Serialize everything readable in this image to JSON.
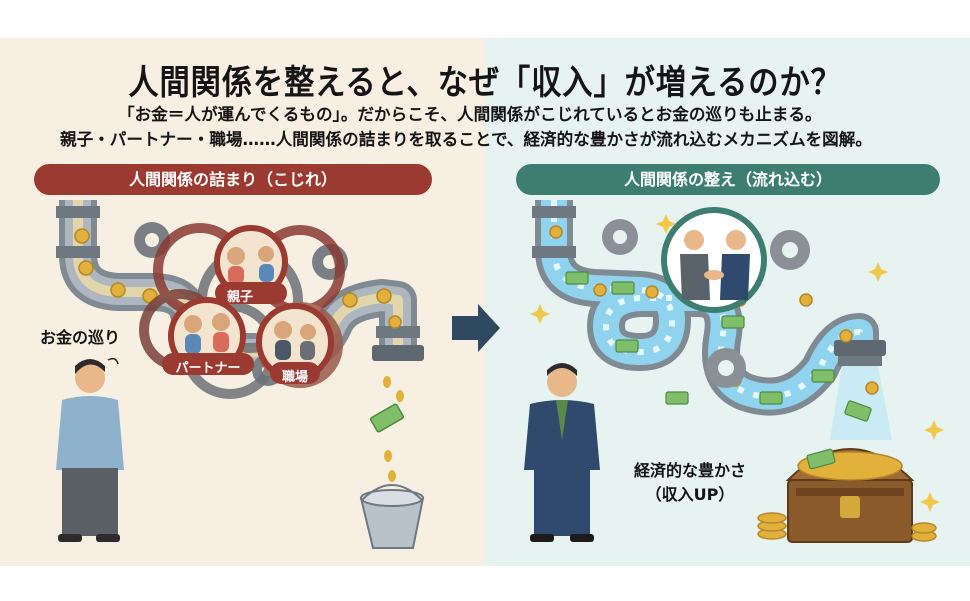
{
  "title": "人間関係を整えると、なぜ「収入」が増えるのか？",
  "subtitle": [
    "「お金＝人が運んでくるもの」。だからこそ、人間関係がこじれているとお金の巡りも止まる。",
    "親子・パートナー・職場……人間関係の詰まりを取ることで、経済的な豊かさが流れ込むメカニズムを図解。"
  ],
  "left": {
    "banner": "人間関係の詰まり（こじれ）",
    "circle_labels": {
      "parent_child": "親子",
      "partner": "パートナー",
      "workplace": "職場"
    },
    "flow_label": "お金の巡り"
  },
  "right": {
    "banner": "人間関係の整え（流れ込む）",
    "wealth_label": "経済的な豊かさ（収入UP）"
  },
  "colors": {
    "left_bg": "#f7f0e2",
    "right_bg": "#e6f3f1",
    "left_banner": "#9b3a31",
    "right_banner": "#3d7e71",
    "arrow": "#2f4a5f",
    "coin": "#e2b13c",
    "bill": "#7fbf6a"
  },
  "icons": [
    "gear-icon",
    "coin-icon",
    "bill-icon",
    "sparkle-icon",
    "arrow-right-icon",
    "bucket-icon",
    "treasure-chest-icon",
    "handshake-icon"
  ]
}
